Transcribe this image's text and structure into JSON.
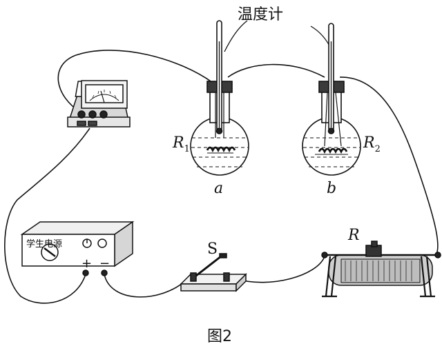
{
  "labels": {
    "thermometer": "温度计",
    "r1": "R",
    "r1_sub": "1",
    "r2": "R",
    "r2_sub": "2",
    "flask_a": "a",
    "flask_b": "b",
    "rheostat": "R",
    "switch": "S",
    "power_supply": "学生电源",
    "plus": "+",
    "minus": "−",
    "caption": "图2"
  },
  "colors": {
    "stroke": "#111111",
    "fill_light": "#f2f2f2",
    "fill_mid": "#cfcfcf",
    "fill_dark": "#2a2a2a"
  }
}
